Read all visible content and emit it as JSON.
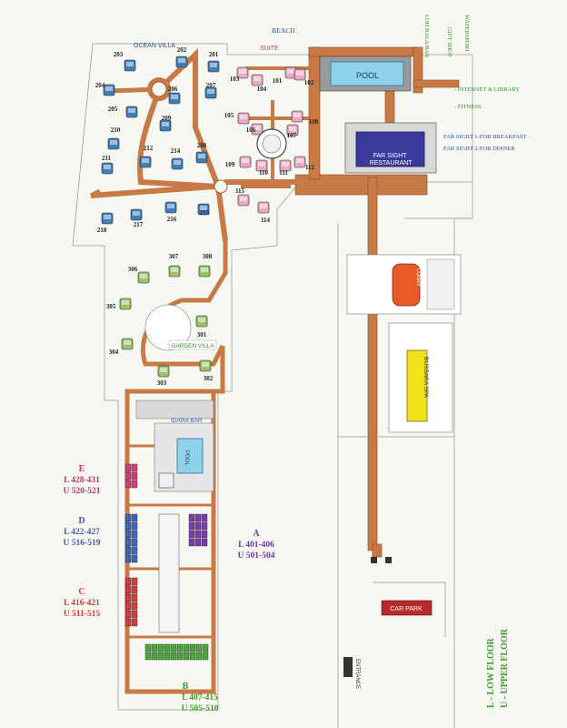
{
  "top_labels": {
    "beach": "BEACH",
    "ocean_villa": "OCEAN VILLA",
    "suite": "SUITE",
    "pool": "POOL",
    "far_sight_restaurant": "FAR SIGHT RESTAURANT",
    "loh_bala_bar": "LOH BALA BAR",
    "gift_shop": "GIFT SHOP",
    "watersport": "WATERSPORT",
    "internet_library": "- INTERNET & LIBRARY",
    "fitness": "- FITNESS",
    "far_sight_breakfast": "FAR SIGHT 1-FOR BREAKFAST",
    "far_sight_dinner": "FAR SIGHT 2-FOR DINNER"
  },
  "mid_labels": {
    "garden_villa": "GARDEN VILLA",
    "idara_bar": "IDARA BAR",
    "pool2": "POOL",
    "lobby": "LOBBY",
    "spa": "BUSSARA SPA",
    "car_park": "CAR PARK",
    "entrance": "ENTRANCE"
  },
  "ocean_villa_numbers": [
    "201",
    "202",
    "203",
    "204",
    "205",
    "206",
    "207",
    "208",
    "209",
    "210",
    "211",
    "212",
    "214",
    "215",
    "216",
    "217",
    "218"
  ],
  "suite_numbers": [
    "101",
    "102",
    "103",
    "104",
    "105",
    "106",
    "107",
    "108",
    "109",
    "110",
    "111",
    "112",
    "114",
    "115"
  ],
  "garden_villa_numbers": [
    "301",
    "302",
    "303",
    "304",
    "305",
    "306",
    "307",
    "308"
  ],
  "block_legend": {
    "e": {
      "letter": "E",
      "low": "L 428-431",
      "up": "U 520-521"
    },
    "d": {
      "letter": "D",
      "low": "L 422-427",
      "up": "U 516-519"
    },
    "c": {
      "letter": "C",
      "low": "L 416-421",
      "up": "U 511-515"
    },
    "a": {
      "letter": "A",
      "low": "L 401-406",
      "up": "U 501-504"
    },
    "b": {
      "letter": "B",
      "low": "L 407-415",
      "up": "U 505-510"
    }
  },
  "floor_legend": {
    "low": "L - LOW FLOOR",
    "up": "U - UPPER FLOOR"
  },
  "colors": {
    "path": "#c77a45",
    "path_edge": "#8a4a20",
    "ocean_villa": "#3f7fb8",
    "suite": "#e9a8c3",
    "garden_villa": "#9cc16b",
    "restaurant": "#3a3a9a",
    "pool": "#8fd1ea",
    "spa": "#f2e21a",
    "block_e": "#d63b78",
    "block_d": "#3b67b8",
    "block_c": "#d63b3b",
    "block_a": "#7b3ba8",
    "block_b": "#4da83b",
    "legend_e": "#c2306f",
    "legend_d": "#3a5fae",
    "legend_c": "#d33a2c",
    "legend_a": "#6a3aa0",
    "legend_b": "#3c9a2c",
    "beach_label": "#2a4fa0",
    "suite_label": "#c23a8a",
    "right_labels": "#3a8a2c"
  }
}
